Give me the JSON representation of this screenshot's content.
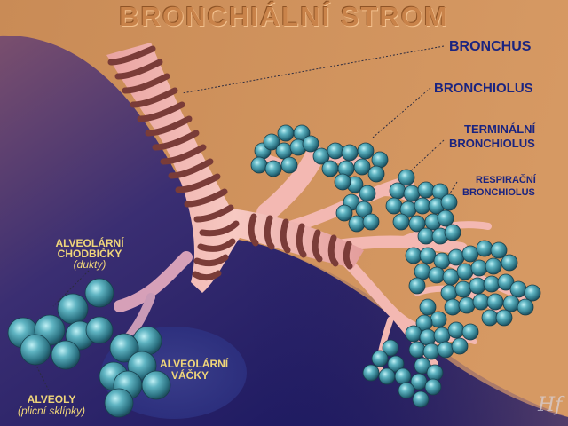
{
  "title": "BRONCHIÁLNÍ  STROM",
  "labels": {
    "bronchus": "BRONCHUS",
    "bronchiolus": "BRONCHIOLUS",
    "terminal": [
      "TERMINÁLNÍ",
      "BRONCHIOLUS"
    ],
    "respiratory": [
      "RESPIRAČNÍ",
      "BRONCHIOLUS"
    ],
    "ducts": [
      "ALVEOLÁRNÍ",
      "CHODBIČKY",
      "(dukty)"
    ],
    "sacs": [
      "ALVEOLÁRNÍ",
      "VÁČKY"
    ],
    "alveoli": [
      "ALVEOLY",
      "(plicní sklípky)"
    ]
  },
  "signature": "Hf",
  "colors": {
    "background_orange": "#c98b56",
    "background_navy": "#14125e",
    "label_navy": "#1a2480",
    "label_yellow": "#f0d67a",
    "airway_pink": "#f3b8b2",
    "cartilage_brown": "#7a3c38",
    "alveolus_teal": "#3c8f9e"
  }
}
